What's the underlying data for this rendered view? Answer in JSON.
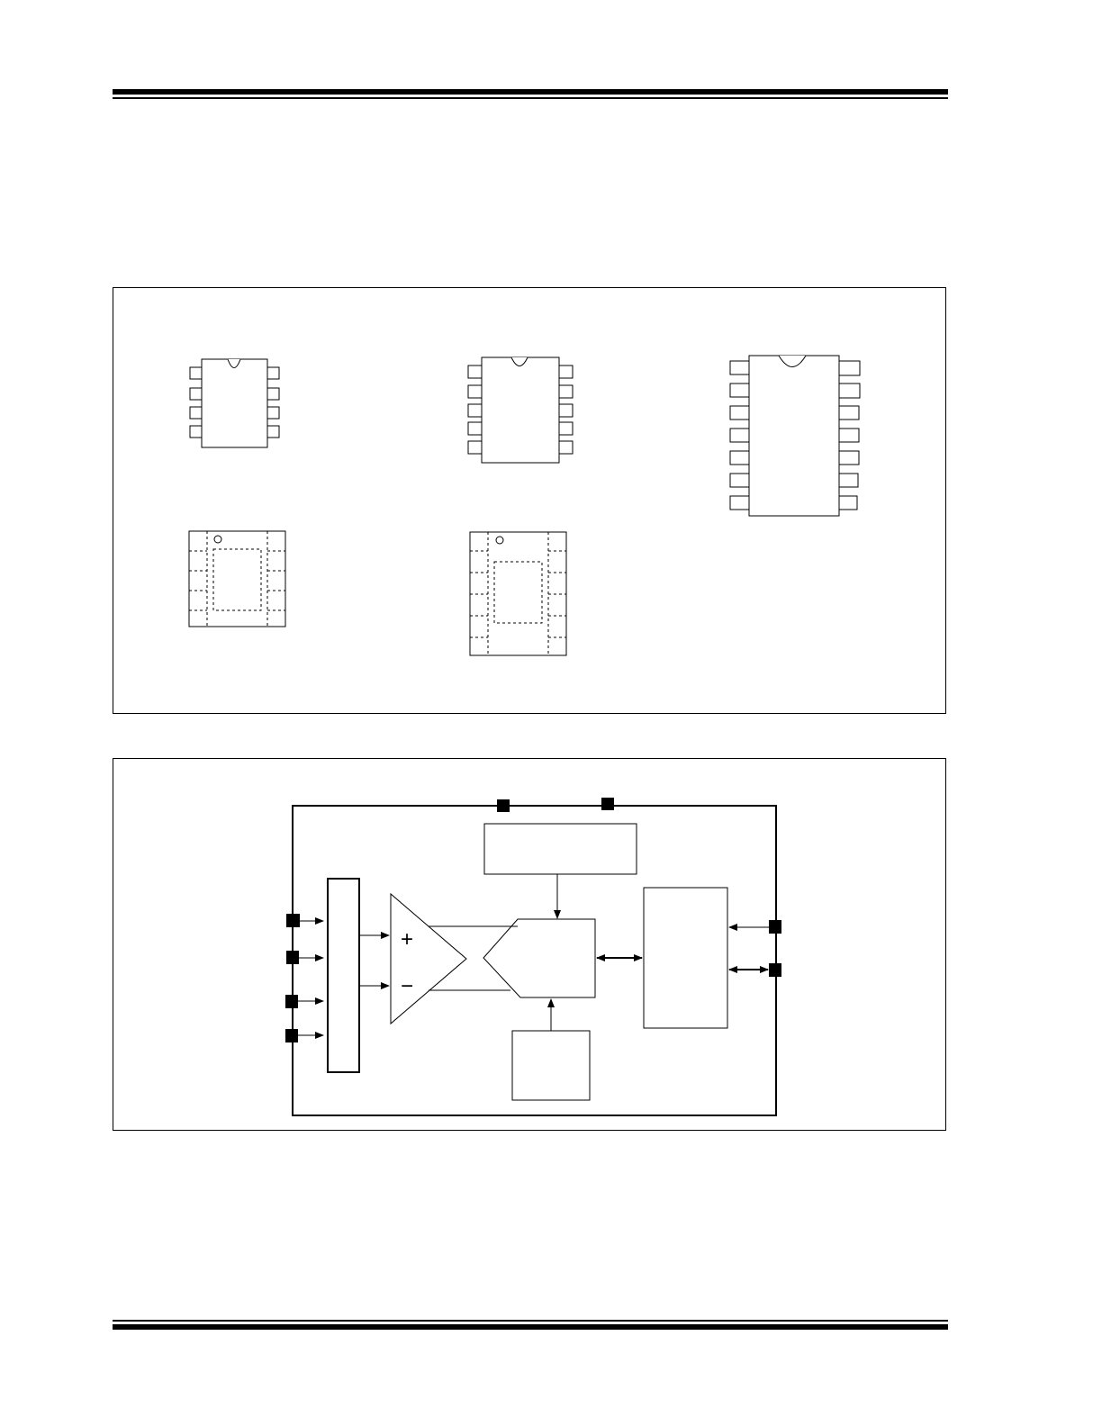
{
  "header_rule": {
    "color": "#000000"
  },
  "footer_rule": {
    "color": "#000000"
  },
  "package_diagrams": {
    "packages": [
      {
        "kind": "dip",
        "pins": 8,
        "pin1_marker": "notch"
      },
      {
        "kind": "dip",
        "pins": 10,
        "pin1_marker": "notch"
      },
      {
        "kind": "dip",
        "pins": 14,
        "pin1_marker": "notch"
      },
      {
        "kind": "dfn",
        "pins": 8,
        "pin1_marker": "dot",
        "exposed_pad": true
      },
      {
        "kind": "dfn",
        "pins": 10,
        "pin1_marker": "dot",
        "exposed_pad": true
      }
    ]
  },
  "block_diagram": {
    "left_pins": 4,
    "top_pins": 2,
    "right_pins": 2,
    "amplifier_symbols": [
      "+",
      "−"
    ],
    "blocks": [
      "input-mux",
      "differential-amplifier",
      "adc",
      "upper-block",
      "lower-block",
      "interface-block"
    ]
  }
}
